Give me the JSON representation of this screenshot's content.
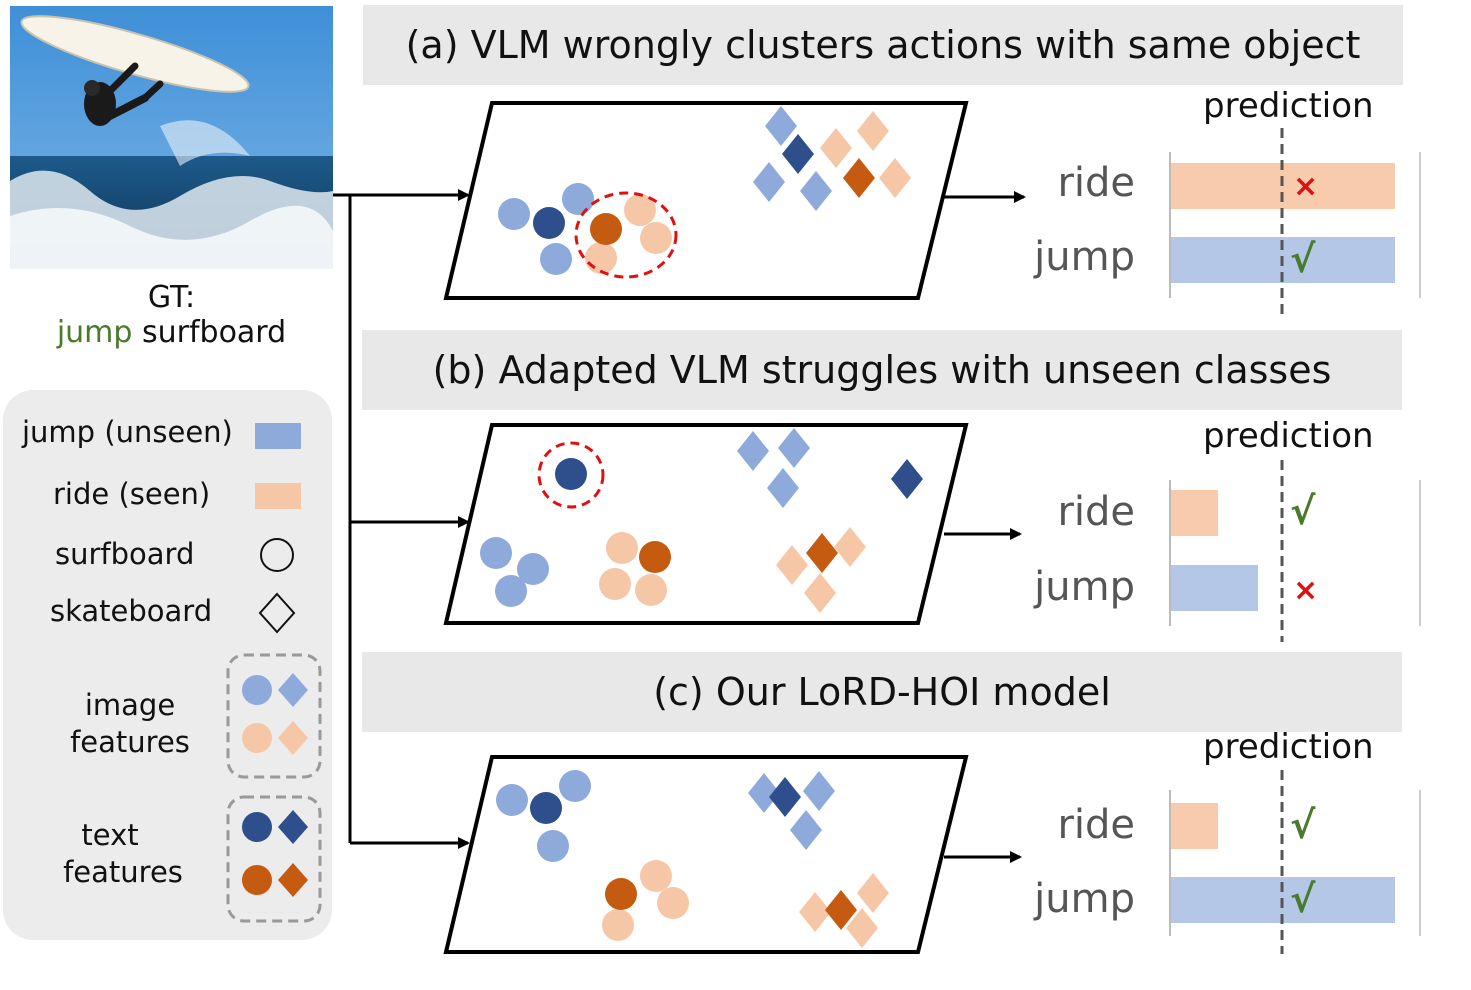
{
  "colors": {
    "light_blue": "#8eaadb",
    "dark_blue": "#2e4f8c",
    "light_orange": "#f6c7a6",
    "dark_orange": "#c55a11",
    "bar_blue": "#b4c7e7",
    "bar_orange": "#f8cbad",
    "check_green": "#4a7a2c",
    "cross_red": "#e01010",
    "dash_red": "#e01010"
  },
  "gt": {
    "line1": "GT:",
    "verb": "jump",
    "object": " surfboard"
  },
  "legend": {
    "jump": "jump (unseen)",
    "ride": "ride (seen)",
    "surfboard": "surfboard",
    "skateboard": "skateboard",
    "image_features": [
      "image",
      "features"
    ],
    "text_features": [
      "text",
      "features"
    ]
  },
  "panels": [
    {
      "title": "(a) VLM  wrongly clusters actions with same object",
      "prediction_title": "prediction",
      "bars": [
        {
          "label": "ride",
          "score": 1.0,
          "mark": "×",
          "correct": false
        },
        {
          "label": "jump",
          "score": 1.0,
          "mark": "√",
          "correct": true
        }
      ]
    },
    {
      "title": "(b) Adapted VLM struggles with unseen classes",
      "prediction_title": "prediction",
      "bars": [
        {
          "label": "ride",
          "score": 0.21,
          "mark": "√",
          "correct": true
        },
        {
          "label": "jump",
          "score": 0.39,
          "mark": "×",
          "correct": false
        }
      ]
    },
    {
      "title": "(c) Our LoRD-HOI model",
      "prediction_title": "prediction",
      "bars": [
        {
          "label": "ride",
          "score": 0.21,
          "mark": "√",
          "correct": true
        },
        {
          "label": "jump",
          "score": 1.0,
          "mark": "√",
          "correct": true
        }
      ]
    }
  ]
}
